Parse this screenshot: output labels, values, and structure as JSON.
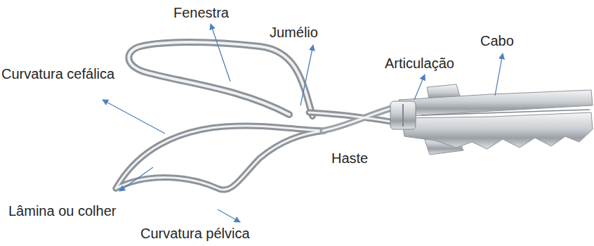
{
  "diagram": {
    "labels": [
      "Fenestra",
      "Jumélio",
      "Articulação",
      "Cabo",
      "Curvatura cefálica",
      "Haste",
      "Lâmina ou colher",
      "Curvatura pélvica"
    ]
  }
}
